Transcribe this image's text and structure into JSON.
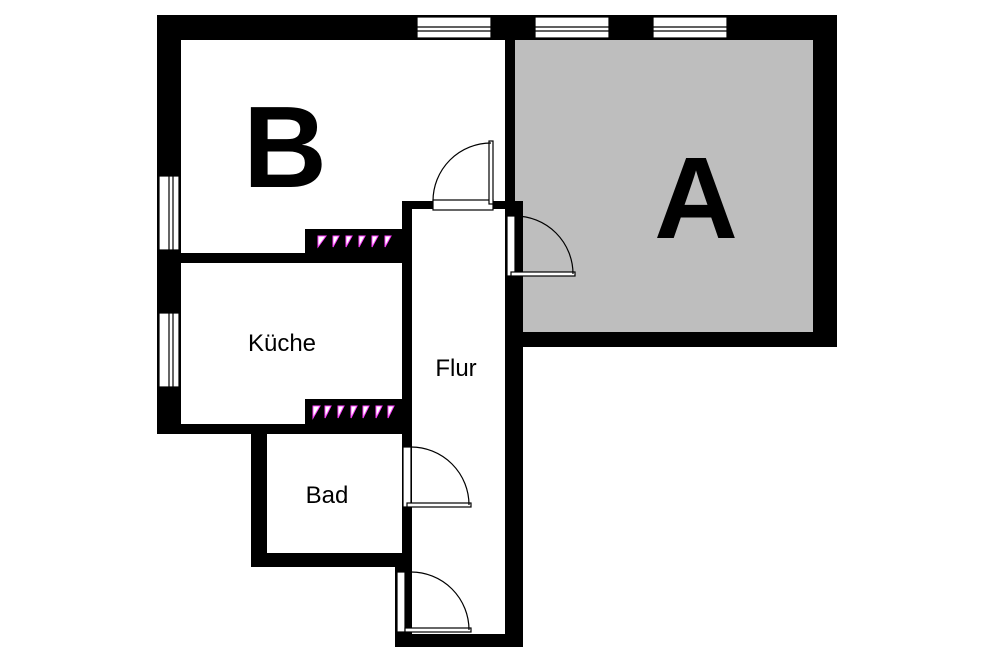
{
  "rooms": {
    "a": {
      "label": "A",
      "fill": "#bebebe"
    },
    "b": {
      "label": "B"
    },
    "kueche": {
      "label": "Küche"
    },
    "flur": {
      "label": "Flur"
    },
    "bad": {
      "label": "Bad"
    }
  },
  "colors": {
    "wall": "#000000",
    "background": "#ffffff",
    "room_a": "#bebebe",
    "heater_accent": "#ff40ff"
  }
}
